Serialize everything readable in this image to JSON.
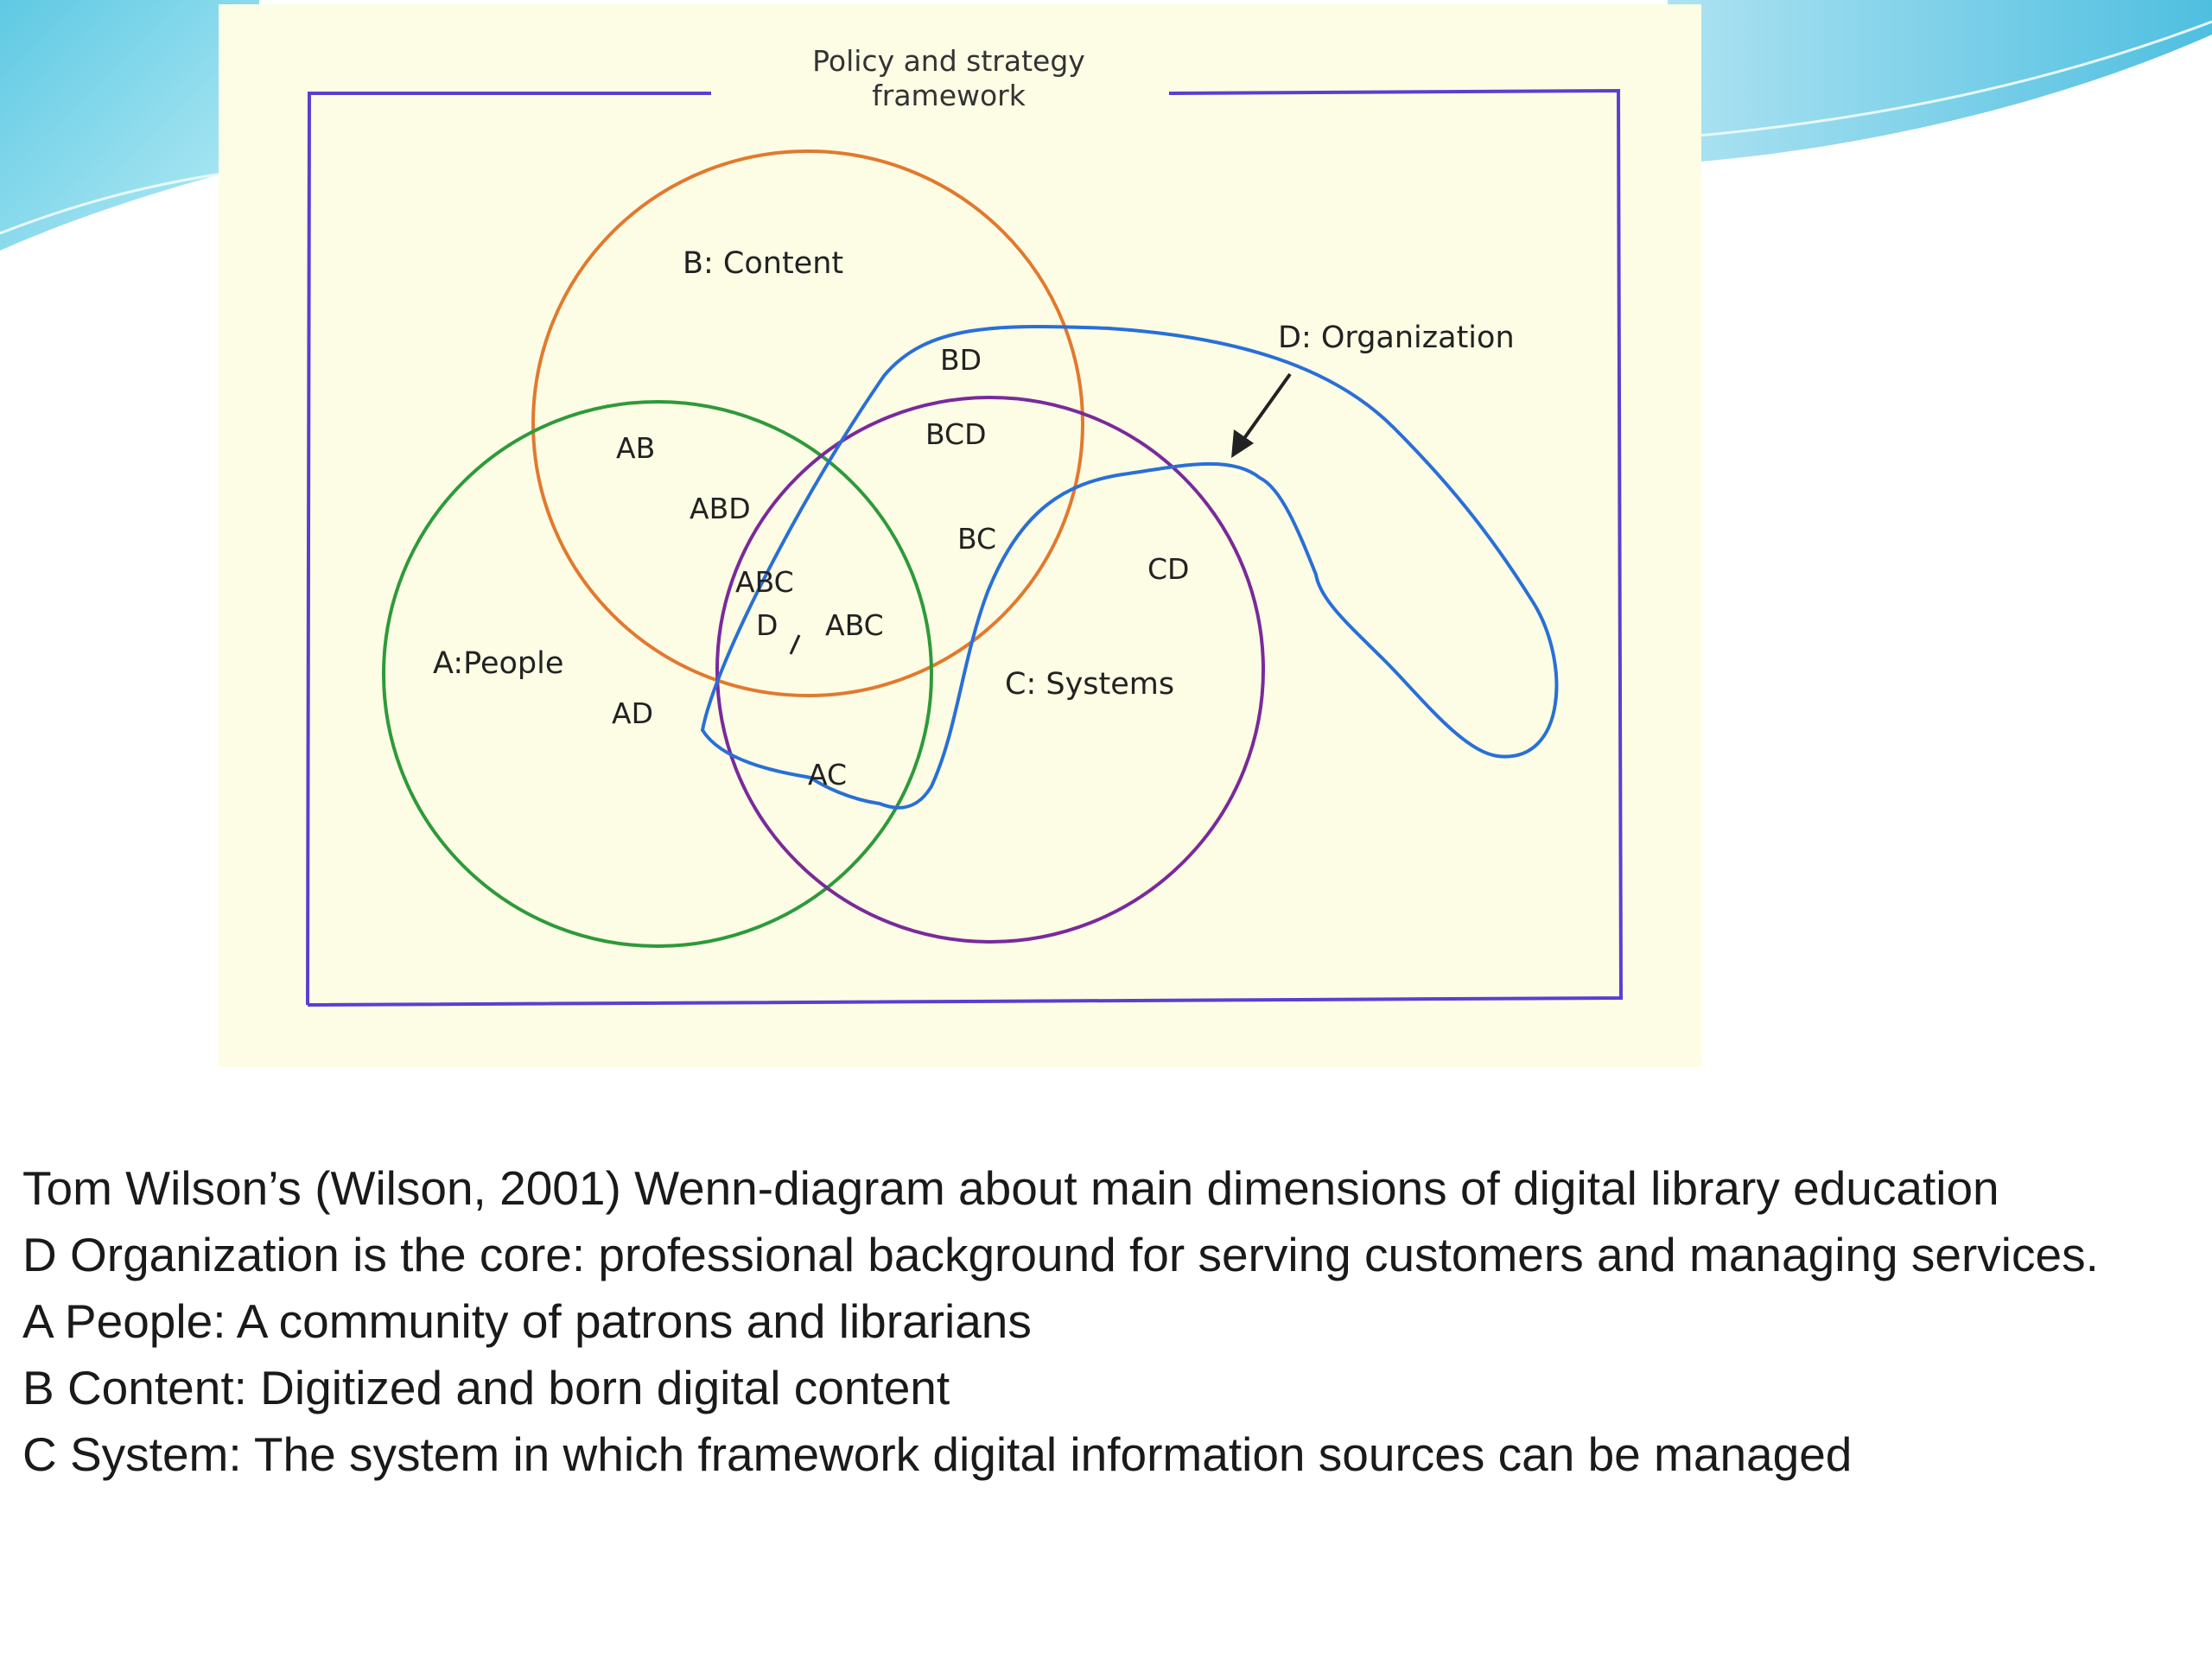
{
  "diagram": {
    "frame_title": [
      "Policy and strategy",
      "framework"
    ],
    "sets": {
      "people": "A:People",
      "content": "B: Content",
      "systems": "C: Systems",
      "organization": "D: Organization"
    },
    "regions": {
      "bd": "BD",
      "ab": "AB",
      "bcd": "BCD",
      "abd": "ABD",
      "bc": "BC",
      "cd": "CD",
      "abcd_1": "ABC",
      "abcd_2": "D",
      "abc": "ABC",
      "ad": "AD",
      "ac": "AC"
    },
    "colors": {
      "frame": "#5a3fd0",
      "people": "#2e9a3a",
      "content": "#e2792e",
      "systems": "#7a2a9a",
      "organization": "#2a6fd6",
      "arrow": "#222222",
      "panel_background": "#fdfde5"
    }
  },
  "caption": [
    "Tom Wilson’s (Wilson, 2001) Wenn-diagram about main dimensions of digital library education",
    "D Organization is the core: professional background for serving customers and managing services.",
    "A People: A community of patrons and  librarians",
    "B Content: Digitized and born digital content",
    "C System: The system in which framework digital information sources can be managed"
  ]
}
